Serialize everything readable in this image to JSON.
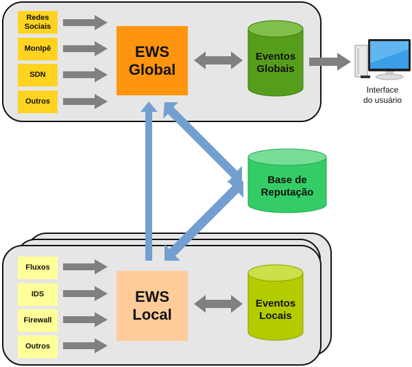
{
  "global_tier": {
    "sources": [
      "Redes\nSociais",
      "MonIpê",
      "SDN",
      "Outros"
    ],
    "engine_label": "EWS\nGlobal",
    "store_label": "Eventos\nGlobais"
  },
  "local_tier": {
    "sources": [
      "Fluxos",
      "IDS",
      "Firewall",
      "Outros"
    ],
    "engine_label": "EWS\nLocal",
    "store_label": "Eventos\nLocais"
  },
  "reputation_store": {
    "label": "Base de\nReputação"
  },
  "user_interface": {
    "caption": "Interface\ndo usuário",
    "icon": "desktop-computer-icon"
  },
  "colors": {
    "panel_bg": "#e6e6e6",
    "global_source": "#ffd320",
    "local_source": "#ffff99",
    "ews_global": "#ff950e",
    "ews_local": "#ffcc99",
    "eventos_globais": "#579d1c",
    "eventos_locais": "#b3cc00",
    "base_reputacao": "#33cc66",
    "flow_arrow": "#808080",
    "link_arrow": "#729fcf"
  }
}
